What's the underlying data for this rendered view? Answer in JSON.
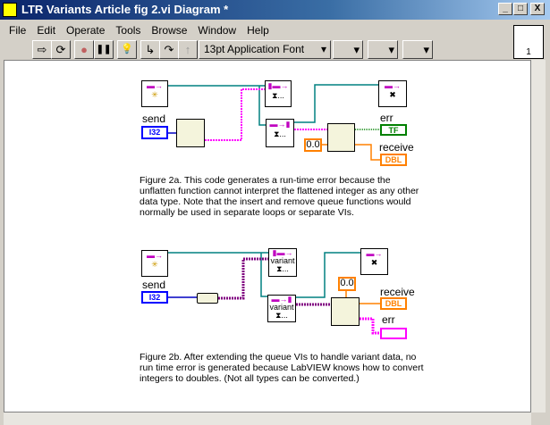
{
  "window": {
    "title": "LTR Variants Article fig 2.vi Diagram *",
    "minimize": "_",
    "maximize": "□",
    "close": "X"
  },
  "menu": [
    "File",
    "Edit",
    "Operate",
    "Tools",
    "Browse",
    "Window",
    "Help"
  ],
  "toolbar": {
    "font": "13pt Application Font",
    "run": "⇨",
    "run_cont": "⟳",
    "abort": "●",
    "pause": "❚❚",
    "highlight": "💡",
    "step_into": "↳",
    "step_over": "↷",
    "step_out": "↑",
    "align": "▾",
    "distribute": "▾",
    "reorder": "▾"
  },
  "connector_pane": {
    "number": "1"
  },
  "fig_a": {
    "send_label": "send",
    "send_type": "I32",
    "err_label": "err",
    "err_type": "TF",
    "receive_label": "receive",
    "receive_type": "DBL",
    "const": "0.0",
    "caption": "Figure 2a.  This code generates a run-time error because the unflatten function cannot interpret the flattened integer as any other data type. Note that the insert and remove queue functions would normally be used in separate loops or separate VIs.",
    "wait": "⧗..."
  },
  "fig_b": {
    "send_label": "send",
    "send_type": "I32",
    "receive_label": "receive",
    "receive_type": "DBL",
    "err_label": "err",
    "const": "0.0",
    "variant": "variant",
    "caption": "Figure 2b. After extending the queue VIs to handle variant data, no run time error is generated because LabVIEW knows how to convert integers to doubles. (Not all types can be converted.)",
    "wait": "⧗..."
  }
}
